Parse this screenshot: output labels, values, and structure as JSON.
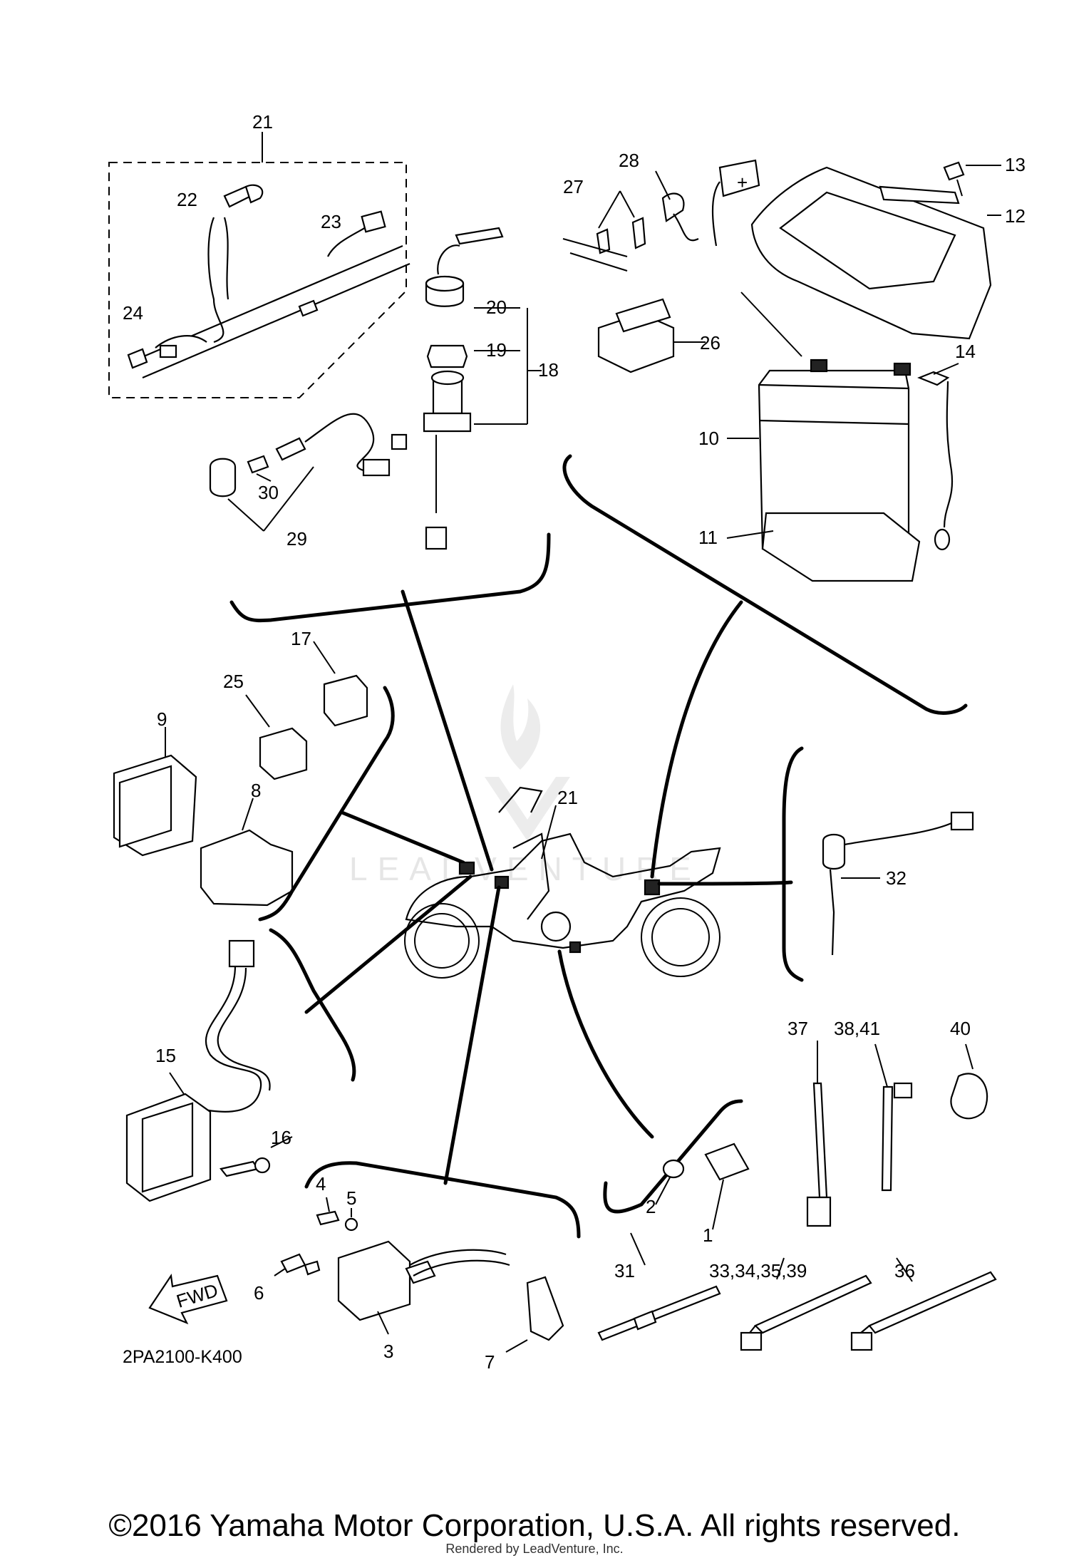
{
  "callouts": {
    "c1": "1",
    "c2": "2",
    "c3": "3",
    "c4": "4",
    "c5": "5",
    "c6": "6",
    "c7": "7",
    "c8": "8",
    "c9": "9",
    "c10": "10",
    "c11": "11",
    "c12": "12",
    "c13": "13",
    "c14": "14",
    "c15": "15",
    "c16": "16",
    "c17": "17",
    "c18": "18",
    "c19": "19",
    "c20": "20",
    "c21a": "21",
    "c21b": "21",
    "c22": "22",
    "c23": "23",
    "c24": "24",
    "c25": "25",
    "c26": "26",
    "c27": "27",
    "c28": "28",
    "c29": "29",
    "c30": "30",
    "c31": "31",
    "c32": "32",
    "c33": "33,34,35,39",
    "c36": "36",
    "c37": "37",
    "c38": "38,41",
    "c40": "40"
  },
  "diagram_code": "2PA2100-K400",
  "fwd_label": "FWD",
  "battery_terminal": "+",
  "watermark": "LEADVENTURE",
  "copyright": "©2016 Yamaha Motor Corporation, U.S.A. All rights reserved.",
  "rendered_by": "Rendered by LeadVenture, Inc."
}
